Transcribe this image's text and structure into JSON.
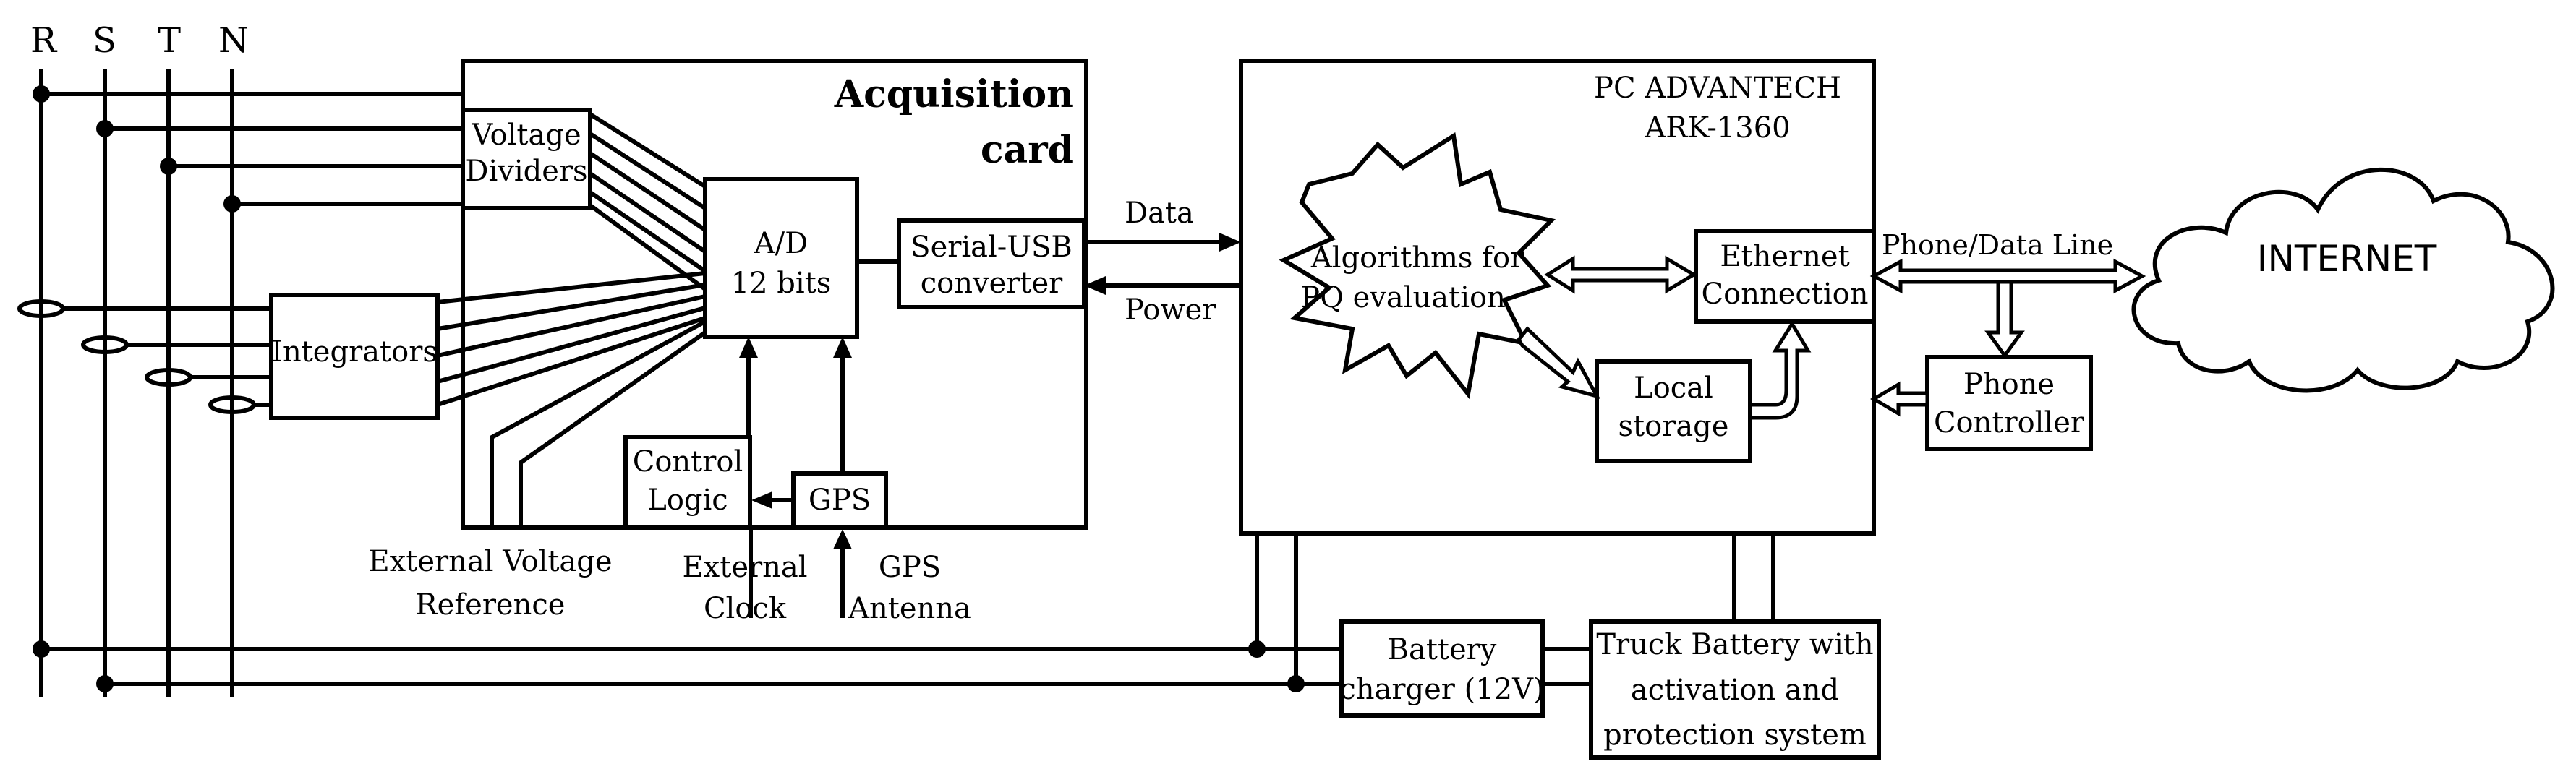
{
  "phases": {
    "r": "R",
    "s": "S",
    "t": "T",
    "n": "N"
  },
  "acquisition": {
    "line1": "Acquisition",
    "line2": "card"
  },
  "voltage_dividers": {
    "line1": "Voltage",
    "line2": "Dividers"
  },
  "integrators": "Integrators",
  "ad": {
    "line1": "A/D",
    "line2": "12 bits"
  },
  "serial_usb": {
    "line1": "Serial-USB",
    "line2": "converter"
  },
  "control_logic": {
    "line1": "Control",
    "line2": "Logic"
  },
  "gps": "GPS",
  "external_voltage": {
    "line1": "External Voltage",
    "line2": "Reference"
  },
  "external_clock": {
    "line1": "External",
    "line2": "Clock"
  },
  "gps_antenna": {
    "line1": "GPS",
    "line2": "Antenna"
  },
  "link": {
    "data": "Data",
    "power": "Power"
  },
  "pc": {
    "line1": "PC ADVANTECH",
    "line2": "ARK-1360"
  },
  "algorithms": {
    "line1": "Algorithms for",
    "line2": "PQ evaluation"
  },
  "ethernet": {
    "line1": "Ethernet",
    "line2": "Connection"
  },
  "local_storage": {
    "line1": "Local",
    "line2": "storage"
  },
  "phone_data_line": "Phone/Data Line",
  "phone_controller": {
    "line1": "Phone",
    "line2": "Controller"
  },
  "internet": "INTERNET",
  "battery_charger": {
    "line1": "Battery",
    "line2": "charger (12V)"
  },
  "truck_battery": {
    "line1": "Truck Battery with",
    "line2": "activation and",
    "line3": "protection system"
  }
}
